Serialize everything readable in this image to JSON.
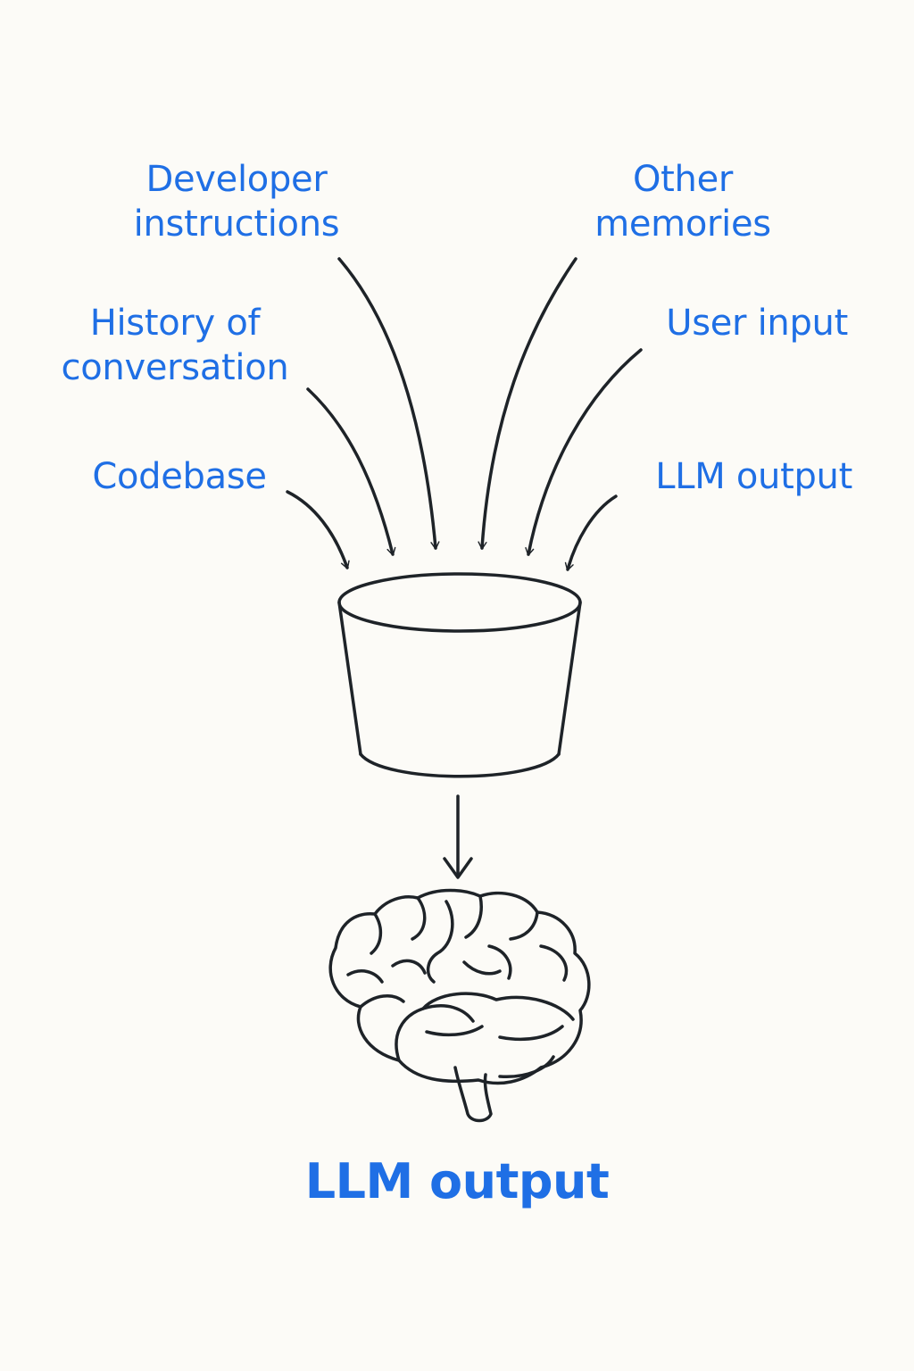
{
  "inputs": {
    "developer_instructions": [
      "Developer",
      "instructions"
    ],
    "other_memories": [
      "Other",
      "memories"
    ],
    "history_of_conversation": [
      "History of",
      "conversation"
    ],
    "user_input": [
      "User input"
    ],
    "codebase": [
      "Codebase"
    ],
    "llm_output_input": [
      "LLM output"
    ]
  },
  "output": {
    "label": "LLM output"
  },
  "colors": {
    "label_text": "#1f6fe5",
    "stroke": "#1e2328",
    "background": "#fcfbf7"
  },
  "icons": {
    "container": "bucket-icon",
    "model": "brain-icon"
  }
}
